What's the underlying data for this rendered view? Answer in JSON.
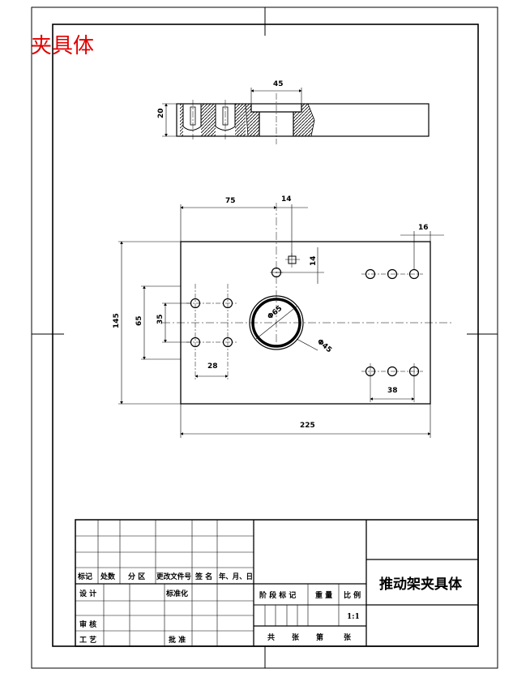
{
  "corner_title": "夹具体",
  "front_view": {
    "dims": {
      "width_45": "45",
      "height_20": "20"
    }
  },
  "plan_view": {
    "dims": {
      "d75": "75",
      "d14_top": "14",
      "d16": "16",
      "d14_side": "14",
      "d145": "145",
      "d65": "65",
      "d35": "35",
      "d28": "28",
      "d38": "38",
      "d225": "225",
      "dia_inner": "Φ65",
      "dia_outer": "Φ45"
    }
  },
  "title_block": {
    "drawing_name": "推动架夹具体",
    "labels": {
      "biaoji": "标记",
      "chushu": "处数",
      "fenqu": "分 区",
      "genggai": "更改文件号",
      "qianming": "签 名",
      "nianyueri": "年、月、日",
      "sheji": "设 计",
      "biaozhunhua": "标准化",
      "shenhe": "审 核",
      "gongyi": "工 艺",
      "pizhun": "批 准",
      "jieduan": "阶 段 标 记",
      "zhongliang": "重 量",
      "bili": "比 例",
      "scale": "1:1",
      "gong": "共",
      "zhang1": "张",
      "di": "第",
      "zhang2": "张"
    }
  }
}
